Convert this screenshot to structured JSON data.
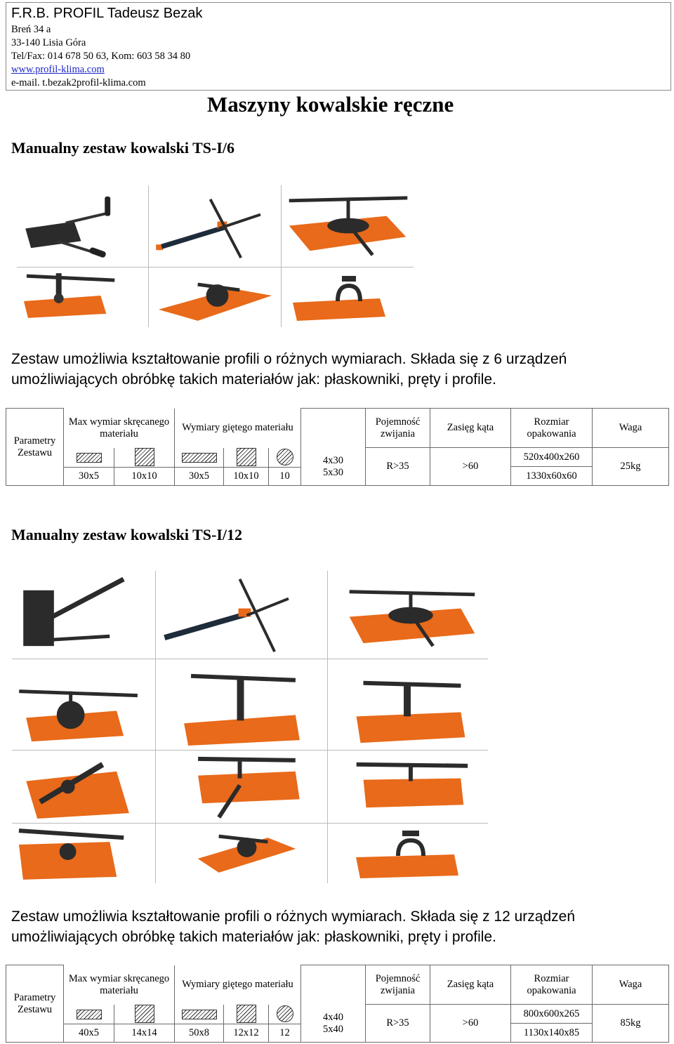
{
  "header": {
    "company": "F.R.B. PROFIL Tadeusz Bezak",
    "address1": "Breń 34 a",
    "address2": "33-140 Lisia Góra",
    "phone": "Tel/Fax: 014 678 50 63, Kom: 603 58 34 80",
    "website": "www.profil-klima.com",
    "email": "e-mail. t.bezak2profil-klima.com"
  },
  "page_title": "Maszyny kowalskie ręczne",
  "colors": {
    "accent_orange": "#e86a1a",
    "metal_dark": "#2b2b2b",
    "link": "#1c27c8"
  },
  "table_headers": {
    "params": "Parametry Zestawu",
    "max": "Max wymiar skręcanego materiału",
    "bent": "Wymiary giętego materiału",
    "capacity": "Pojemność zwijania",
    "range": "Zasięg kąta",
    "package": "Rozmiar opakowania",
    "weight": "Waga"
  },
  "sets": [
    {
      "title": "Manualny zestaw kowalski TS-I/6",
      "description": "Zestaw umożliwia kształtowanie profili o różnych wymiarach. Składa się z 6 urządzeń umożliwiających obróbkę takich materiałów jak: płaskowniki, pręty i profile.",
      "images": [
        "bender-tool",
        "twister-bar",
        "ring-bender",
        "roller-plate",
        "pipe-bender",
        "fork-bender"
      ],
      "specs": {
        "twist_flat": "30x5",
        "twist_square": "10x10",
        "bend_flat": "30x5",
        "bend_square": "10x10",
        "bend_round": "10",
        "extra_line1": "4x30",
        "extra_line2": "5x30",
        "capacity": "R>35",
        "range": ">60",
        "package_line1": "520x400x260",
        "package_line2": "1330x60x60",
        "weight": "25kg"
      }
    },
    {
      "title": "Manualny zestaw kowalski TS-I/12",
      "description": "Zestaw umożliwia kształtowanie profili o różnych wymiarach. Składa się z 12 urządzeń umożliwiających obróbkę takich materiałów jak: płaskowniki, pręty i profile.",
      "images": [
        "scroll-bender",
        "twister-bar",
        "ring-bender",
        "wheel-bender",
        "t-handle-bender",
        "t-handle-bender-2",
        "lever-bender",
        "t-handle-plate",
        "t-handle-plate-2",
        "roller-plate",
        "pipe-bender",
        "fork-bender"
      ],
      "specs": {
        "twist_flat": "40x5",
        "twist_square": "14x14",
        "bend_flat": "50x8",
        "bend_square": "12x12",
        "bend_round": "12",
        "extra_line1": "4x40",
        "extra_line2": "5x40",
        "capacity": "R>35",
        "range": ">60",
        "package_line1": "800x600x265",
        "package_line2": "1130x140x85",
        "weight": "85kg"
      }
    }
  ]
}
